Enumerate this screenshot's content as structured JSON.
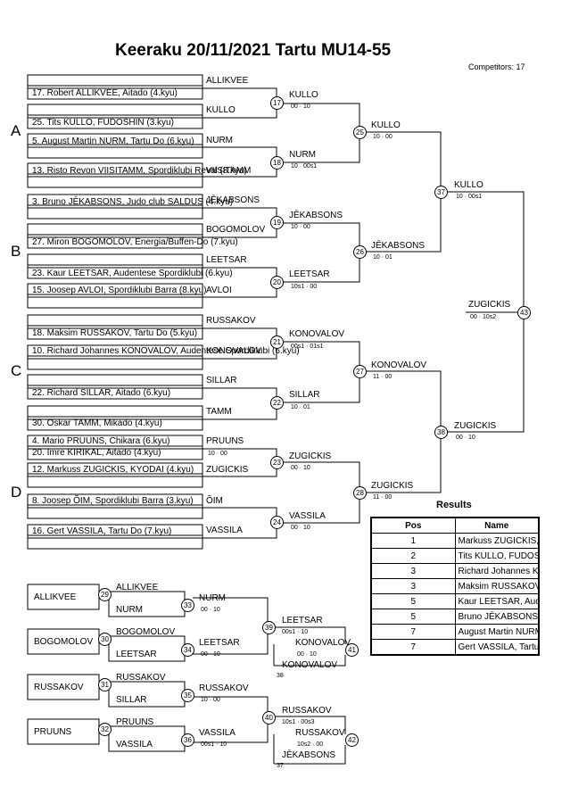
{
  "title": "Keeraku  20/11/2021  Tartu   MU14-55",
  "competitors": "Competitors: 17",
  "pools": [
    "A",
    "B",
    "C",
    "D"
  ],
  "entries": [
    "17. Robert ALLIKVEE, Aitado (4.kyu)",
    "25. Tits KULLO, FUDOSHIN (3.kyu)",
    "5. August Martin NURM, Tartu Do (6.kyu)",
    "13. Risto Revon VIISITAMM, Spordiklubi Reval (8.kyu)",
    "3. Bruno JĒKABSONS, Judo club SALDUS (4.kyu)",
    "27. Miron BOGOMOLOV, Energia/Buffen-Do (7.kyu)",
    "23. Kaur LEETSAR, Audentese Spordiklubi (6.kyu)",
    "15. Joosep AVLOI, Spordiklubi Barra (8.kyu)",
    "18. Maksim RUSSAKOV, Tartu Do (5.kyu)",
    "10. Richard Johannes KONOVALOV, Audentese Spordiklubi (6.kyu)",
    "22. Richard SILLAR, Aitado (6.kyu)",
    "30. Oskar TAMM, Mikado (4.kyu)",
    "4. Mario PRUUNS, Chikara (6.kyu)",
    "20. Imre KIRIKAL, Aitado (4.kyu)",
    "12. Markuss ZUGICKIS, KYODAI (4.kyu)",
    "8. Joosep ÕIM, Spordiklubi Barra (3.kyu)",
    "16. Gert VASSILA, Tartu Do (7.kyu)"
  ],
  "r1_labels": [
    "ALLIKVEE",
    "KULLO",
    "NURM",
    "VIISITAMM",
    "JĒKABSONS",
    "BOGOMOLOV",
    "LEETSAR",
    "AVLOI",
    "RUSSAKOV",
    "KONOVALOV",
    "SILLAR",
    "TAMM",
    "PRUUNS",
    "ZUGICKIS",
    "ÕIM",
    "VASSILA"
  ],
  "r1_scores": [
    "10 · 00"
  ],
  "r2": [
    {
      "name": "KULLO",
      "score": "00 · 10"
    },
    {
      "name": "NURM",
      "score": "10 · 00s1"
    },
    {
      "name": "JĒKABSONS",
      "score": "10 · 00"
    },
    {
      "name": "LEETSAR",
      "score": "10s1 · 00"
    },
    {
      "name": "KONOVALOV",
      "score": "00s1 · 01s1"
    },
    {
      "name": "SILLAR",
      "score": "10 · 01"
    },
    {
      "name": "ZUGICKIS",
      "score": "00 · 10"
    },
    {
      "name": "VASSILA",
      "score": "00 · 10"
    }
  ],
  "r3": [
    {
      "name": "KULLO",
      "score": "10 · 00"
    },
    {
      "name": "JĒKABSONS",
      "score": "10 · 01"
    },
    {
      "name": "KONOVALOV",
      "score": "11 · 00"
    },
    {
      "name": "ZUGICKIS",
      "score": "11 · 00"
    }
  ],
  "semi": [
    {
      "name": "KULLO",
      "score": "10 · 00s1"
    },
    {
      "name": "ZUGICKIS",
      "score": "00 · 10"
    }
  ],
  "final": {
    "name": "ZUGICKIS",
    "score": "00 · 10s2"
  },
  "matches": {
    "m17": "17",
    "m18": "18",
    "m19": "19",
    "m20": "20",
    "m21": "21",
    "m22": "22",
    "m23": "23",
    "m24": "24",
    "m25": "25",
    "m26": "26",
    "m27": "27",
    "m28": "28",
    "m37": "37",
    "m38": "38",
    "m43": "43"
  },
  "rep": {
    "entries": [
      "ALLIKVEE",
      "BOGOMOLOV",
      "RUSSAKOV",
      "PRUUNS"
    ],
    "opponents": [
      "ALLIKVEE",
      "NURM",
      "BOGOMOLOV",
      "LEETSAR",
      "RUSSAKOV",
      "SILLAR",
      "PRUUNS",
      "VASSILA"
    ],
    "matches": {
      "m29": "29",
      "m30": "30",
      "m31": "31",
      "m32": "32",
      "m33": "33",
      "m34": "34",
      "m35": "35",
      "m36": "36",
      "m39": "39",
      "m40": "40",
      "m41": "41",
      "m42": "42"
    },
    "r2": [
      {
        "name": "NURM",
        "score": "00 · 10"
      },
      {
        "name": "LEETSAR",
        "score": "00 · 10"
      },
      {
        "name": "RUSSAKOV",
        "score": "10 · 00"
      },
      {
        "name": "VASSILA",
        "score": "00s1 · 10"
      }
    ],
    "r3": [
      {
        "name": "LEETSAR",
        "score": "00s1 · 10"
      },
      {
        "name": "RUSSAKOV",
        "score": "10s1 · 00s3"
      }
    ],
    "r4": [
      {
        "name": "KONOVALOV",
        "score": "00 · 10",
        "opponent": "KONOVALOV",
        "ref": "38"
      },
      {
        "name": "RUSSAKOV",
        "score": "10s2 · 00",
        "opponent": "JĒKABSONS",
        "ref": "37"
      }
    ]
  },
  "results": {
    "title": "Results",
    "headers": [
      "Pos",
      "Name"
    ],
    "rows": [
      {
        "pos": "1",
        "name": "Markuss ZUGICKIS, KYODAI"
      },
      {
        "pos": "2",
        "name": "Tits KULLO, FUDOSHIN"
      },
      {
        "pos": "3",
        "name": "Richard Johannes KONOVALOV, Audentese"
      },
      {
        "pos": "3",
        "name": "Maksim RUSSAKOV, Tartu Do"
      },
      {
        "pos": "5",
        "name": "Kaur LEETSAR, Audentese Spordiklubi"
      },
      {
        "pos": "5",
        "name": "Bruno JĒKABSONS, Judo club SALDUS"
      },
      {
        "pos": "7",
        "name": "August Martin NURM, Tartu Do"
      },
      {
        "pos": "7",
        "name": "Gert VASSILA, Tartu Do"
      }
    ]
  }
}
